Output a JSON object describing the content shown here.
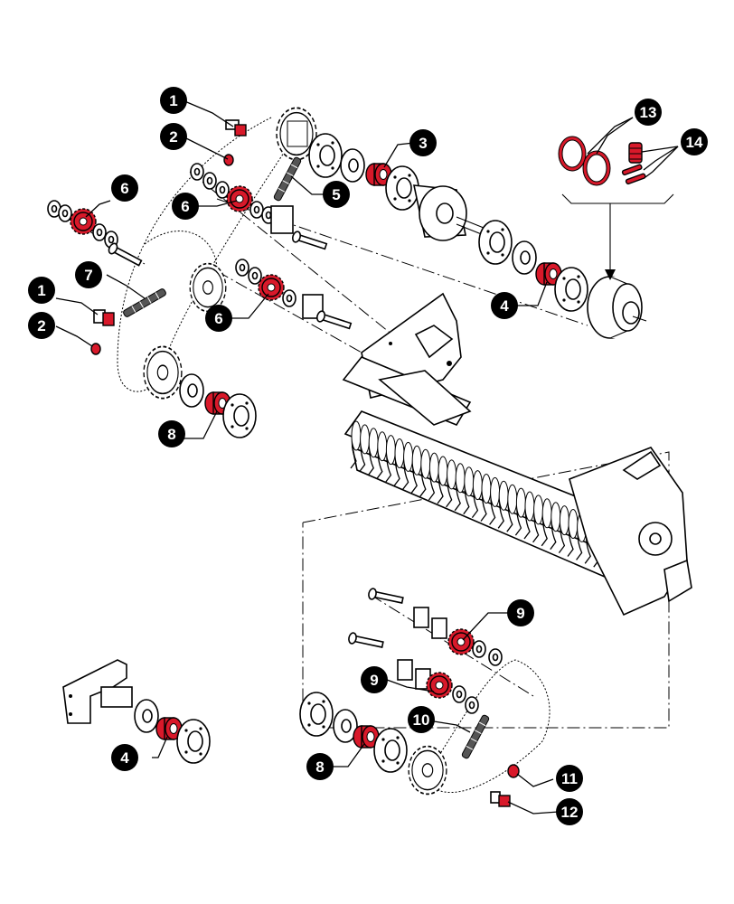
{
  "diagram": {
    "callouts": [
      {
        "id": "c1a",
        "label": "1"
      },
      {
        "id": "c2a",
        "label": "2"
      },
      {
        "id": "c3",
        "label": "3"
      },
      {
        "id": "c4a",
        "label": "4"
      },
      {
        "id": "c5",
        "label": "5"
      },
      {
        "id": "c6a",
        "label": "6"
      },
      {
        "id": "c6b",
        "label": "6"
      },
      {
        "id": "c6c",
        "label": "6"
      },
      {
        "id": "c7",
        "label": "7"
      },
      {
        "id": "c1b",
        "label": "1"
      },
      {
        "id": "c2b",
        "label": "2"
      },
      {
        "id": "c8a",
        "label": "8"
      },
      {
        "id": "c9a",
        "label": "9"
      },
      {
        "id": "c9b",
        "label": "9"
      },
      {
        "id": "c10",
        "label": "10"
      },
      {
        "id": "c4b",
        "label": "4"
      },
      {
        "id": "c8b",
        "label": "8"
      },
      {
        "id": "c11",
        "label": "11"
      },
      {
        "id": "c12",
        "label": "12"
      },
      {
        "id": "c13",
        "label": "13"
      },
      {
        "id": "c14",
        "label": "14"
      }
    ],
    "colors": {
      "highlight": "#d8192a",
      "callout_fill": "#000000",
      "callout_text": "#ffffff",
      "line": "#000000"
    }
  }
}
